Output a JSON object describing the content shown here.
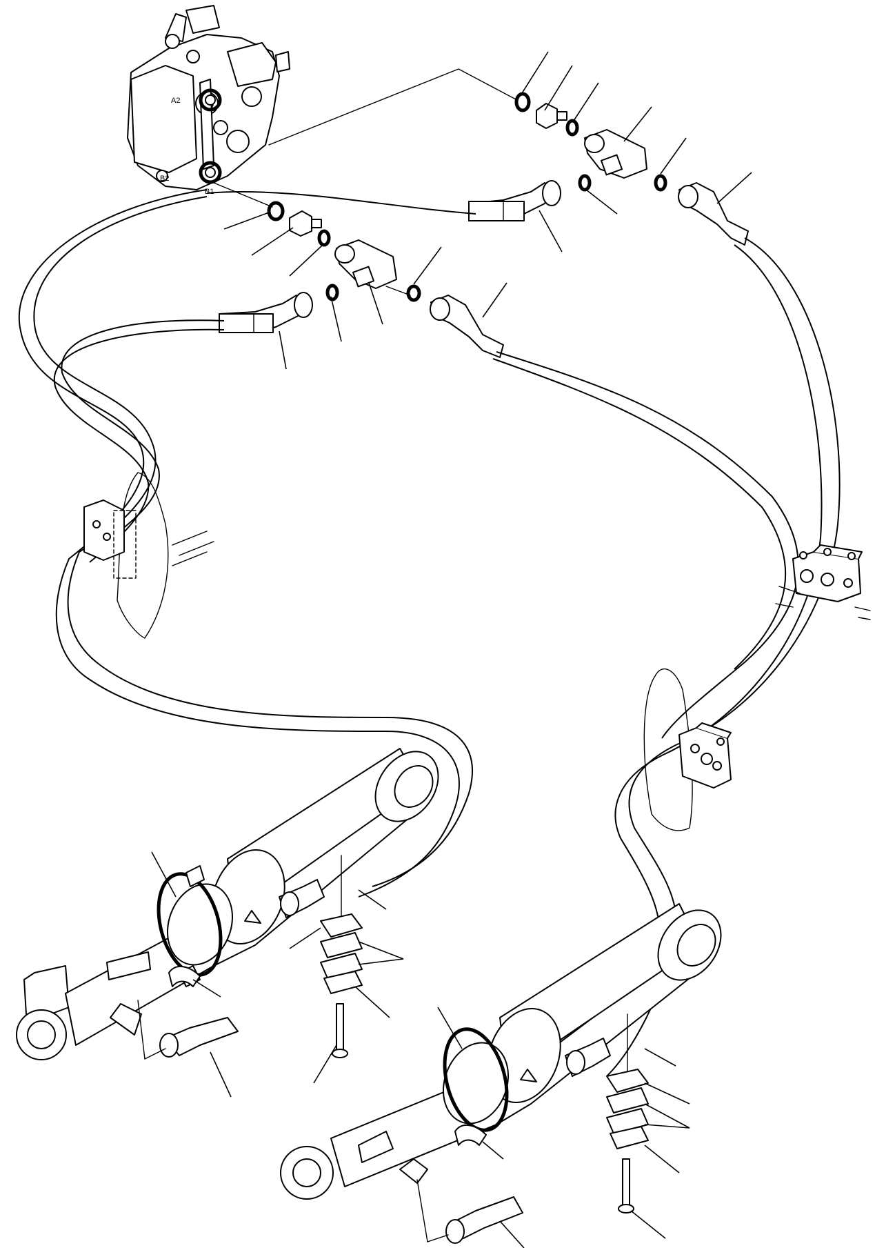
{
  "valve_port_labels": {
    "a2": "A2",
    "b2": "B2",
    "b1": "B1"
  }
}
